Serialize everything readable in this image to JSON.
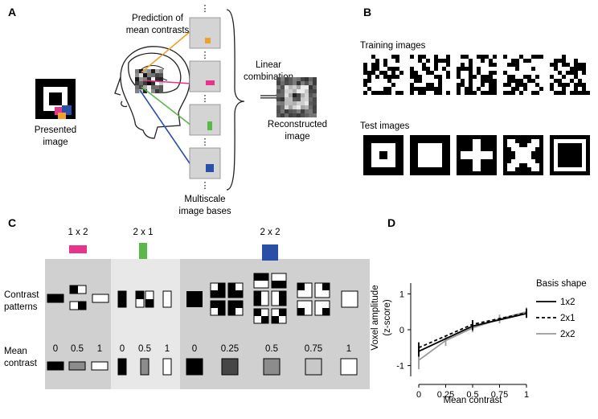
{
  "panel_labels": [
    "A",
    "B",
    "C",
    "D"
  ],
  "panel_a": {
    "prediction_label": [
      "Prediction of",
      "mean contrasts"
    ],
    "presented_label": [
      "Presented",
      "image"
    ],
    "linear_label": [
      "Linear",
      "combination"
    ],
    "reconstructed_label": [
      "Reconstructed",
      "image"
    ],
    "bases_label": [
      "Multiscale",
      "image bases"
    ],
    "colors": {
      "orange": "#f0a030",
      "magenta": "#e8338a",
      "green": "#5ab848",
      "blue": "#2a4fa8"
    }
  },
  "panel_b": {
    "training_label": "Training images",
    "test_label": "Test images"
  },
  "panel_c": {
    "bases": [
      {
        "label": "1 x 2",
        "color": "#e8338a"
      },
      {
        "label": "2 x 1",
        "color": "#5ab848"
      },
      {
        "label": "2 x 2",
        "color": "#2a4fa8"
      }
    ],
    "row_label_1": [
      "Contrast",
      "patterns"
    ],
    "row_label_2": [
      "Mean",
      "contrast"
    ],
    "values_1x2": [
      "0",
      "0.5",
      "1"
    ],
    "values_2x1": [
      "0",
      "0.5",
      "1"
    ],
    "values_2x2": [
      "0",
      "0.25",
      "0.5",
      "0.75",
      "1"
    ]
  },
  "chart_data": {
    "type": "line",
    "xlabel": "Mean contrast",
    "ylabel": [
      "Voxel amplitude",
      "(z-score)"
    ],
    "x": [
      0,
      0.25,
      0.5,
      0.75,
      1
    ],
    "xticklabels": [
      "0",
      "0.25",
      "0.5",
      "0.75",
      "1"
    ],
    "yticks": [
      -1,
      0,
      1
    ],
    "ylim": [
      -1.3,
      1.3
    ],
    "legend_title": "Basis shape",
    "series": [
      {
        "name": "1x2",
        "x": [
          0,
          0.5,
          1
        ],
        "values": [
          -0.6,
          0.1,
          0.45
        ],
        "err": [
          0.15,
          0.12,
          0.12
        ],
        "color": "#000000",
        "dash": ""
      },
      {
        "name": "2x1",
        "x": [
          0,
          0.5,
          1
        ],
        "values": [
          -0.5,
          0.15,
          0.47
        ],
        "err": [
          0.15,
          0.12,
          0.12
        ],
        "color": "#000000",
        "dash": "4,3"
      },
      {
        "name": "2x2",
        "x": [
          0,
          0.25,
          0.5,
          0.75,
          1
        ],
        "values": [
          -0.85,
          -0.3,
          0.05,
          0.3,
          0.5
        ],
        "err": [
          0.25,
          0.15,
          0.12,
          0.12,
          0.12
        ],
        "color": "#999999",
        "dash": ""
      }
    ]
  }
}
